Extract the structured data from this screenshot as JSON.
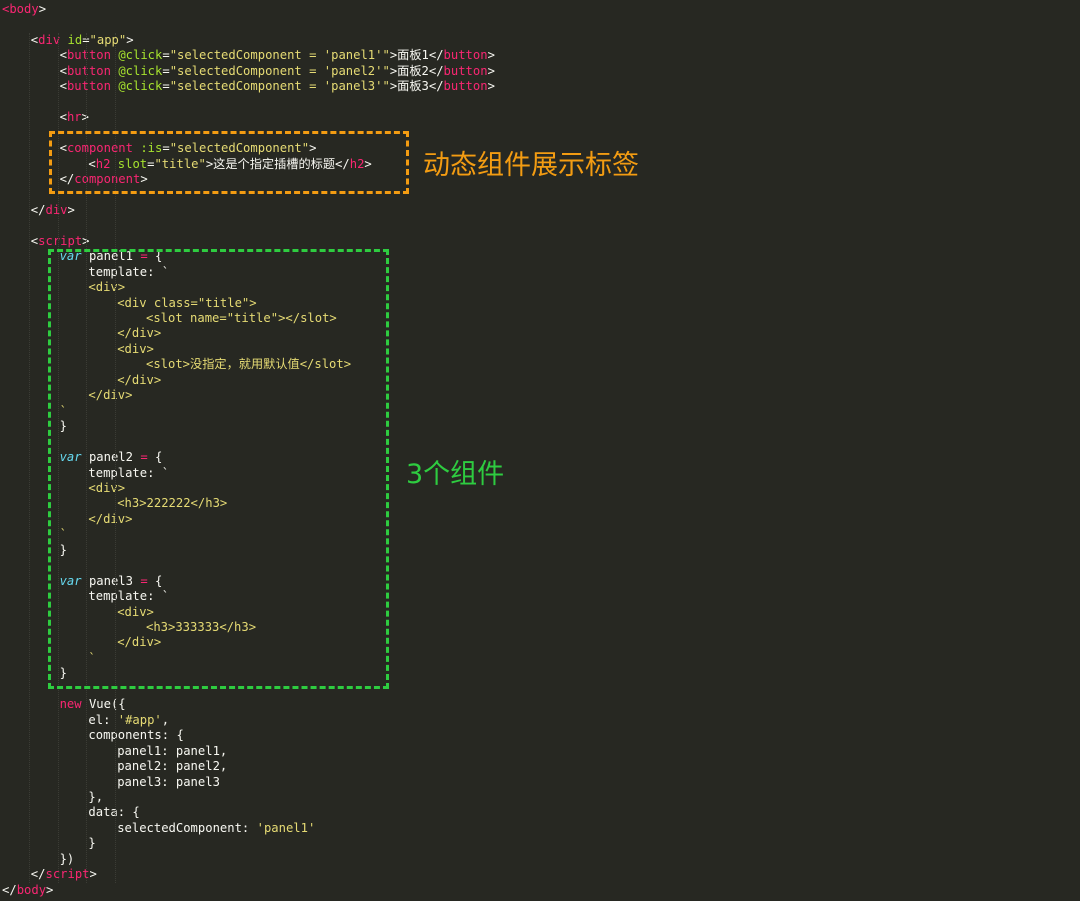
{
  "code_lines": [
    {
      "indent": 0,
      "parts": [
        [
          "tag",
          "<body"
        ],
        [
          "plain",
          ">"
        ]
      ]
    },
    {
      "indent": 0,
      "parts": []
    },
    {
      "indent": 4,
      "parts": [
        [
          "plain",
          "<"
        ],
        [
          "tag",
          "div"
        ],
        [
          "plain",
          " "
        ],
        [
          "attr",
          "id"
        ],
        [
          "plain",
          "="
        ],
        [
          "str",
          "\"app\""
        ],
        [
          "plain",
          ">"
        ]
      ]
    },
    {
      "indent": 8,
      "parts": [
        [
          "plain",
          "<"
        ],
        [
          "tag",
          "button"
        ],
        [
          "plain",
          " "
        ],
        [
          "attr",
          "@click"
        ],
        [
          "plain",
          "="
        ],
        [
          "str",
          "\"selectedComponent = 'panel1'\""
        ],
        [
          "plain",
          ">面板1</"
        ],
        [
          "tag",
          "button"
        ],
        [
          "plain",
          ">"
        ]
      ]
    },
    {
      "indent": 8,
      "parts": [
        [
          "plain",
          "<"
        ],
        [
          "tag",
          "button"
        ],
        [
          "plain",
          " "
        ],
        [
          "attr",
          "@click"
        ],
        [
          "plain",
          "="
        ],
        [
          "str",
          "\"selectedComponent = 'panel2'\""
        ],
        [
          "plain",
          ">面板2</"
        ],
        [
          "tag",
          "button"
        ],
        [
          "plain",
          ">"
        ]
      ]
    },
    {
      "indent": 8,
      "parts": [
        [
          "plain",
          "<"
        ],
        [
          "tag",
          "button"
        ],
        [
          "plain",
          " "
        ],
        [
          "attr",
          "@click"
        ],
        [
          "plain",
          "="
        ],
        [
          "str",
          "\"selectedComponent = 'panel3'\""
        ],
        [
          "plain",
          ">面板3</"
        ],
        [
          "tag",
          "button"
        ],
        [
          "plain",
          ">"
        ]
      ]
    },
    {
      "indent": 0,
      "parts": []
    },
    {
      "indent": 8,
      "parts": [
        [
          "plain",
          "<"
        ],
        [
          "tag",
          "hr"
        ],
        [
          "plain",
          ">"
        ]
      ]
    },
    {
      "indent": 0,
      "parts": []
    },
    {
      "indent": 8,
      "parts": [
        [
          "plain",
          "<"
        ],
        [
          "tag",
          "component"
        ],
        [
          "plain",
          " "
        ],
        [
          "attr",
          ":is"
        ],
        [
          "plain",
          "="
        ],
        [
          "str",
          "\"selectedComponent\""
        ],
        [
          "plain",
          ">"
        ]
      ]
    },
    {
      "indent": 12,
      "parts": [
        [
          "plain",
          "<"
        ],
        [
          "tag",
          "h2"
        ],
        [
          "plain",
          " "
        ],
        [
          "attr",
          "slot"
        ],
        [
          "plain",
          "="
        ],
        [
          "str",
          "\"title\""
        ],
        [
          "plain",
          ">这是个指定插槽的标题</"
        ],
        [
          "tag",
          "h2"
        ],
        [
          "plain",
          ">"
        ]
      ]
    },
    {
      "indent": 8,
      "parts": [
        [
          "plain",
          "</"
        ],
        [
          "tag",
          "component"
        ],
        [
          "plain",
          ">"
        ]
      ]
    },
    {
      "indent": 0,
      "parts": []
    },
    {
      "indent": 4,
      "parts": [
        [
          "plain",
          "</"
        ],
        [
          "tag",
          "div"
        ],
        [
          "plain",
          ">"
        ]
      ]
    },
    {
      "indent": 0,
      "parts": []
    },
    {
      "indent": 4,
      "parts": [
        [
          "plain",
          "<"
        ],
        [
          "tag",
          "script"
        ],
        [
          "plain",
          ">"
        ]
      ]
    },
    {
      "indent": 8,
      "parts": [
        [
          "kw",
          "var"
        ],
        [
          "plain",
          " panel1 "
        ],
        [
          "op",
          "="
        ],
        [
          "plain",
          " {"
        ]
      ]
    },
    {
      "indent": 12,
      "parts": [
        [
          "plain",
          "template: `"
        ]
      ]
    },
    {
      "indent": 12,
      "parts": [
        [
          "str",
          "<div>"
        ]
      ]
    },
    {
      "indent": 16,
      "parts": [
        [
          "str",
          "<div class=\"title\">"
        ]
      ]
    },
    {
      "indent": 20,
      "parts": [
        [
          "str",
          "<slot name=\"title\"></slot>"
        ]
      ]
    },
    {
      "indent": 16,
      "parts": [
        [
          "str",
          "</div>"
        ]
      ]
    },
    {
      "indent": 16,
      "parts": [
        [
          "str",
          "<div>"
        ]
      ]
    },
    {
      "indent": 20,
      "parts": [
        [
          "str",
          "<slot>没指定，就用默认值</slot>"
        ]
      ]
    },
    {
      "indent": 16,
      "parts": [
        [
          "str",
          "</div>"
        ]
      ]
    },
    {
      "indent": 12,
      "parts": [
        [
          "str",
          "</div>"
        ]
      ]
    },
    {
      "indent": 8,
      "parts": [
        [
          "str",
          "`"
        ]
      ]
    },
    {
      "indent": 8,
      "parts": [
        [
          "plain",
          "}"
        ]
      ]
    },
    {
      "indent": 0,
      "parts": []
    },
    {
      "indent": 8,
      "parts": [
        [
          "kw",
          "var"
        ],
        [
          "plain",
          " panel2 "
        ],
        [
          "op",
          "="
        ],
        [
          "plain",
          " {"
        ]
      ]
    },
    {
      "indent": 12,
      "parts": [
        [
          "plain",
          "template: `"
        ]
      ]
    },
    {
      "indent": 12,
      "parts": [
        [
          "str",
          "<div>"
        ]
      ]
    },
    {
      "indent": 16,
      "parts": [
        [
          "str",
          "<h3>222222</h3>"
        ]
      ]
    },
    {
      "indent": 12,
      "parts": [
        [
          "str",
          "</div>"
        ]
      ]
    },
    {
      "indent": 8,
      "parts": [
        [
          "str",
          "`"
        ]
      ]
    },
    {
      "indent": 8,
      "parts": [
        [
          "plain",
          "}"
        ]
      ]
    },
    {
      "indent": 0,
      "parts": []
    },
    {
      "indent": 8,
      "parts": [
        [
          "kw",
          "var"
        ],
        [
          "plain",
          " panel3 "
        ],
        [
          "op",
          "="
        ],
        [
          "plain",
          " {"
        ]
      ]
    },
    {
      "indent": 12,
      "parts": [
        [
          "plain",
          "template: `"
        ]
      ]
    },
    {
      "indent": 16,
      "parts": [
        [
          "str",
          "<div>"
        ]
      ]
    },
    {
      "indent": 20,
      "parts": [
        [
          "str",
          "<h3>333333</h3>"
        ]
      ]
    },
    {
      "indent": 16,
      "parts": [
        [
          "str",
          "</div>"
        ]
      ]
    },
    {
      "indent": 12,
      "parts": [
        [
          "str",
          "`"
        ]
      ]
    },
    {
      "indent": 8,
      "parts": [
        [
          "plain",
          "}"
        ]
      ]
    },
    {
      "indent": 0,
      "parts": []
    },
    {
      "indent": 8,
      "parts": [
        [
          "kw2",
          "new"
        ],
        [
          "plain",
          " Vue({"
        ]
      ]
    },
    {
      "indent": 12,
      "parts": [
        [
          "plain",
          "el: "
        ],
        [
          "str",
          "'#app'"
        ],
        [
          "plain",
          ","
        ]
      ]
    },
    {
      "indent": 12,
      "parts": [
        [
          "plain",
          "components: {"
        ]
      ]
    },
    {
      "indent": 16,
      "parts": [
        [
          "plain",
          "panel1: panel1,"
        ]
      ]
    },
    {
      "indent": 16,
      "parts": [
        [
          "plain",
          "panel2: panel2,"
        ]
      ]
    },
    {
      "indent": 16,
      "parts": [
        [
          "plain",
          "panel3: panel3"
        ]
      ]
    },
    {
      "indent": 12,
      "parts": [
        [
          "plain",
          "},"
        ]
      ]
    },
    {
      "indent": 12,
      "parts": [
        [
          "plain",
          "data: {"
        ]
      ]
    },
    {
      "indent": 16,
      "parts": [
        [
          "plain",
          "selectedComponent: "
        ],
        [
          "str",
          "'panel1'"
        ]
      ]
    },
    {
      "indent": 12,
      "parts": [
        [
          "plain",
          "}"
        ]
      ]
    },
    {
      "indent": 8,
      "parts": [
        [
          "plain",
          "})"
        ]
      ]
    },
    {
      "indent": 4,
      "parts": [
        [
          "plain",
          "</"
        ],
        [
          "tag",
          "script"
        ],
        [
          "plain",
          ">"
        ]
      ]
    },
    {
      "indent": 0,
      "parts": [
        [
          "plain",
          "</"
        ],
        [
          "tag",
          "body"
        ],
        [
          "plain",
          ">"
        ]
      ]
    }
  ],
  "annotations": {
    "dynamic_component_label": "动态组件展示标签",
    "three_components_label": "3个组件"
  },
  "colors": {
    "background": "#272822",
    "tag": "#f92672",
    "attribute": "#a6e22e",
    "string": "#e6db74",
    "keyword": "#66d9ef",
    "text": "#f8f8f2",
    "orange_annotation": "#f39c12",
    "green_annotation": "#2ecc40"
  }
}
